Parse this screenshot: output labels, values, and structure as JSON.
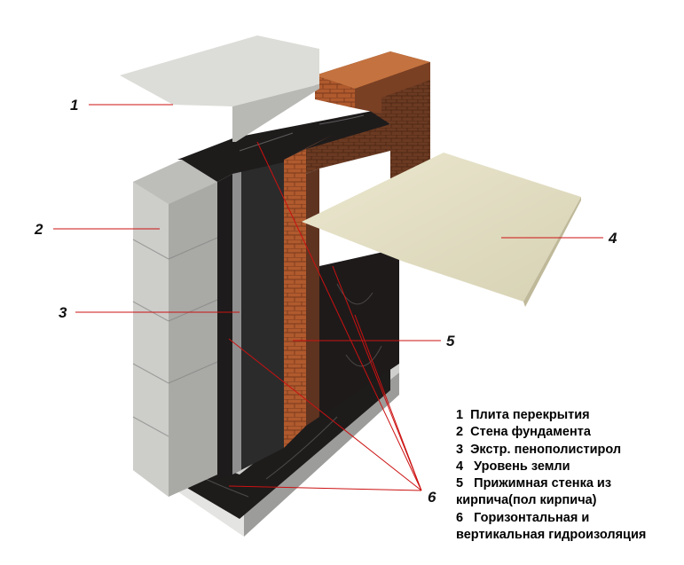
{
  "callouts": [
    {
      "id": "1",
      "label": "1"
    },
    {
      "id": "2",
      "label": "2"
    },
    {
      "id": "3",
      "label": "3"
    },
    {
      "id": "4",
      "label": "4"
    },
    {
      "id": "5",
      "label": "5"
    },
    {
      "id": "6",
      "label": "6"
    }
  ],
  "legend": [
    {
      "text": "1  Плита перекрытия"
    },
    {
      "text": "2  Стена фундамента"
    },
    {
      "text": "3  Экстр. пенополистирол"
    },
    {
      "text": "4   Уровень земли"
    },
    {
      "text": "5   Прижимная стенка из"
    },
    {
      "text": "кирпича(пол кирпича)"
    },
    {
      "text": "6   Горизонтальная и"
    },
    {
      "text": "вертикальная гидроизоляция"
    }
  ],
  "colors": {
    "leader": "#cc1111",
    "concrete": "#c8c8c6",
    "brick": "#b25a2e",
    "membrane": "#1c1a1a",
    "xps": "#2a2a2a",
    "ground": "#e4e0c6",
    "slab": "#dcdcd8"
  }
}
